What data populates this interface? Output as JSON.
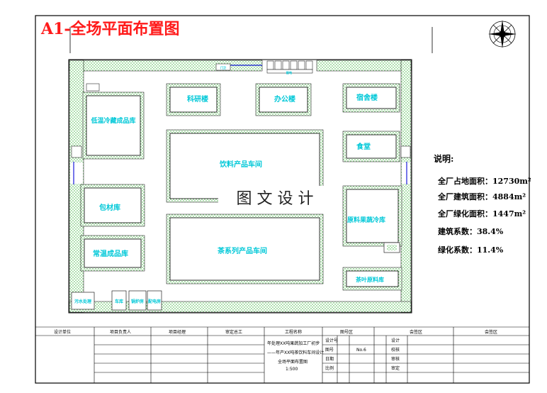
{
  "title": "A1-全场平面布置图",
  "watermark": "图 文 设 计",
  "buildings": {
    "cold_storage": "低温冷藏成品库",
    "research": "科研楼",
    "office": "办公楼",
    "dormitory": "宿舍楼",
    "canteen": "食堂",
    "drink_workshop": "饮料产品车间",
    "packaging": "包材库",
    "raw_storage": "原料果蔬冷库",
    "ambient_storage": "常温成品库",
    "tea_workshop": "茶系列产品车间",
    "tea_raw": "茶叶原料库",
    "wastewater": "污水处理",
    "garage": "车库",
    "boiler": "锅炉房",
    "power": "配电房",
    "gate": "门卫",
    "small_room": "配电"
  },
  "notes": {
    "heading": "说明:",
    "lines": [
      "全厂占地面积：12730m²",
      "全厂建筑面积：4884m²",
      "全厂绿化面积：1447m²",
      "建筑系数：38.4%",
      "绿化系数：11.4%"
    ]
  },
  "title_block": {
    "headers": [
      "设计单位",
      "项目负责人",
      "项目经理",
      "审定总工",
      "工程名称",
      "图号区",
      "会签区",
      "会签区"
    ],
    "project_lines": [
      "年处理XX吨果蔬加工厂初步",
      "——年产XX吨茶饮料车间设计",
      "全场平面布置图",
      "1:500"
    ],
    "rows1": [
      "设计号",
      "图号",
      "日期",
      "比例"
    ],
    "drawing_no": "No.6",
    "rows2": [
      "设计",
      "校核",
      "审核",
      "审定"
    ]
  },
  "colors": {
    "frame": "#000000",
    "title": "#ff1a1a",
    "labels": "#00c8d8",
    "green": "#3cb43c",
    "road_edge": "#1a1adc"
  }
}
